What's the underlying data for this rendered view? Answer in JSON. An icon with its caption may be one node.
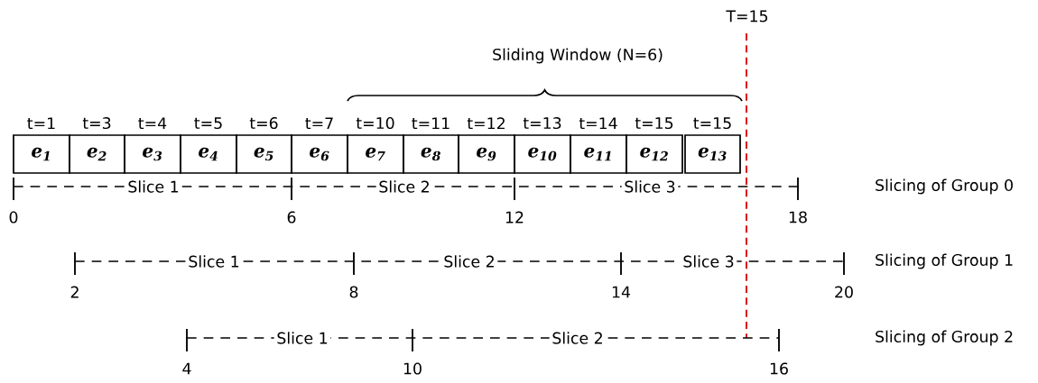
{
  "diagram": {
    "nodes": [
      {
        "text": [
          "e$_{1}$"
        ],
        "beside": [
          "t=1"
        ]
      },
      {
        "text": [
          "e$_{2}$"
        ],
        "beside": [
          "t=3"
        ]
      },
      {
        "text": [
          "e$_{3}$"
        ],
        "beside": [
          "t=4"
        ]
      },
      {
        "text": [
          "e$_{4}$"
        ],
        "beside": [
          "t=5"
        ]
      },
      {
        "text": [
          "e$_{5}$"
        ],
        "beside": [
          "t=6"
        ]
      },
      {
        "text": [
          "e$_{6}$"
        ],
        "beside": [
          "t=7"
        ]
      },
      {
        "text": [
          "e$_{7}$"
        ],
        "beside": [
          "t=10"
        ]
      },
      {
        "text": [
          "e$_{8}$"
        ],
        "beside": [
          "t=11"
        ]
      },
      {
        "text": [
          "e$_{9}$"
        ],
        "beside": [
          "t=12"
        ]
      },
      {
        "text": [
          "e$_{10}$"
        ],
        "beside": [
          "t=13"
        ]
      },
      {
        "text": [
          "e$_{11}$"
        ],
        "beside": [
          "t=14"
        ]
      },
      {
        "text": [
          "e$_{12}$"
        ],
        "beside": [
          "t=15"
        ]
      },
      {
        "text": [
          "e$_{13}$"
        ],
        "beside": [
          "t=15"
        ]
      }
    ],
    "labels": [
      "T=15",
      "Sliding Window (N=6)",
      "Slice 1",
      "Slice 2",
      "Slice 3",
      "Slicing of Group 0",
      "0",
      "6",
      "12",
      "18",
      "Slice 1",
      "Slice 2",
      "Slice 3",
      "Slicing of Group 1",
      "2",
      "8",
      "14",
      "20",
      "Slice 1",
      "Slice 2",
      "Slicing of Group 2",
      "4",
      "10",
      "16"
    ]
  }
}
